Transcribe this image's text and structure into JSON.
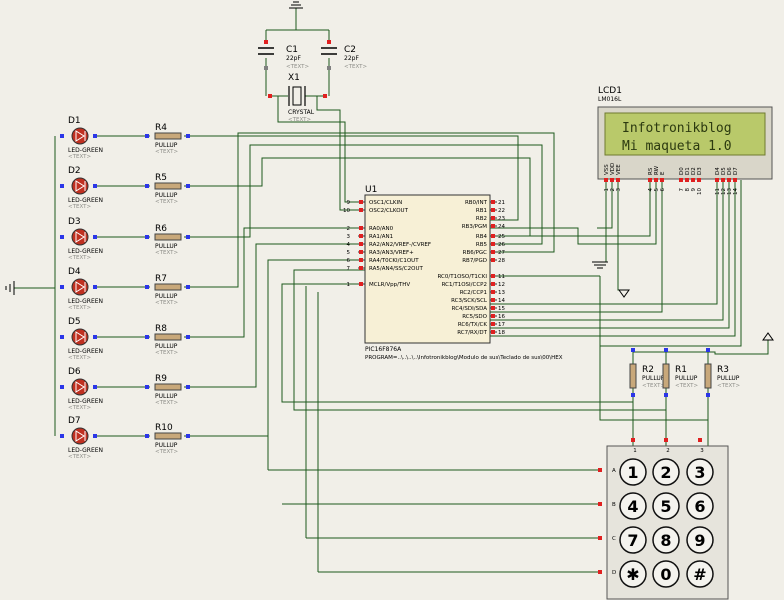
{
  "leds": [
    {
      "ref": "D1",
      "type": "LED-GREEN",
      "text": "<TEXT>"
    },
    {
      "ref": "D2",
      "type": "LED-GREEN",
      "text": "<TEXT>"
    },
    {
      "ref": "D3",
      "type": "LED-GREEN",
      "text": "<TEXT>"
    },
    {
      "ref": "D4",
      "type": "LED-GREEN",
      "text": "<TEXT>"
    },
    {
      "ref": "D5",
      "type": "LED-GREEN",
      "text": "<TEXT>"
    },
    {
      "ref": "D6",
      "type": "LED-GREEN",
      "text": "<TEXT>"
    },
    {
      "ref": "D7",
      "type": "LED-GREEN",
      "text": "<TEXT>"
    }
  ],
  "resistors": [
    {
      "ref": "R4",
      "type": "PULLUP",
      "text": "<TEXT>"
    },
    {
      "ref": "R5",
      "type": "PULLUP",
      "text": "<TEXT>"
    },
    {
      "ref": "R6",
      "type": "PULLUP",
      "text": "<TEXT>"
    },
    {
      "ref": "R7",
      "type": "PULLUP",
      "text": "<TEXT>"
    },
    {
      "ref": "R8",
      "type": "PULLUP",
      "text": "<TEXT>"
    },
    {
      "ref": "R9",
      "type": "PULLUP",
      "text": "<TEXT>"
    },
    {
      "ref": "R10",
      "type": "PULLUP",
      "text": "<TEXT>"
    }
  ],
  "caps": [
    {
      "ref": "C1",
      "value": "22pF",
      "text": "<TEXT>"
    },
    {
      "ref": "C2",
      "value": "22pF",
      "text": "<TEXT>"
    }
  ],
  "crystal": {
    "ref": "X1",
    "type": "CRYSTAL",
    "text": "<TEXT>"
  },
  "mcu": {
    "ref": "U1",
    "part": "PIC16F876A",
    "program": "PROGRAM=..\\..\\..\\..\\Infotronikblog\\Modulo de sus\\Teclado de sus\\00\\HEX",
    "left_pins": [
      {
        "num": "9",
        "name": "OSC1/CLKIN"
      },
      {
        "num": "10",
        "name": "OSC2/CLKOUT"
      },
      {
        "num": "2",
        "name": "RA0/AN0"
      },
      {
        "num": "3",
        "name": "RA1/AN1"
      },
      {
        "num": "4",
        "name": "RA2/AN2/VREF-/CVREF"
      },
      {
        "num": "5",
        "name": "RA3/AN3/VREF+"
      },
      {
        "num": "6",
        "name": "RA4/T0CKI/C1OUT"
      },
      {
        "num": "7",
        "name": "RA5/AN4/SS/C2OUT"
      },
      {
        "num": "1",
        "name": "MCLR/Vpp/THV"
      }
    ],
    "right_pins": [
      {
        "num": "21",
        "name": "RB0/INT"
      },
      {
        "num": "22",
        "name": "RB1"
      },
      {
        "num": "23",
        "name": "RB2"
      },
      {
        "num": "24",
        "name": "RB3/PGM"
      },
      {
        "num": "25",
        "name": "RB4"
      },
      {
        "num": "26",
        "name": "RB5"
      },
      {
        "num": "27",
        "name": "RB6/PGC"
      },
      {
        "num": "28",
        "name": "RB7/PGD"
      },
      {
        "num": "11",
        "name": "RC0/T1OSO/T1CKI"
      },
      {
        "num": "12",
        "name": "RC1/T1OSI/CCP2"
      },
      {
        "num": "13",
        "name": "RC2/CCP1"
      },
      {
        "num": "14",
        "name": "RC3/SCK/SCL"
      },
      {
        "num": "15",
        "name": "RC4/SDI/SDA"
      },
      {
        "num": "16",
        "name": "RC5/SDO"
      },
      {
        "num": "17",
        "name": "RC6/TX/CK"
      },
      {
        "num": "18",
        "name": "RC7/RX/DT"
      }
    ]
  },
  "lcd": {
    "ref": "LCD1",
    "part": "LM016L",
    "line1": "Infotronikblog",
    "line2": "Mi maqueta 1.0",
    "pins": [
      "VSS",
      "VDD",
      "VEE",
      "RS",
      "RW",
      "E",
      "D0",
      "D1",
      "D2",
      "D3",
      "D4",
      "D5",
      "D6",
      "D7"
    ],
    "pin_nums": [
      "1",
      "2",
      "3",
      "4",
      "5",
      "6",
      "7",
      "8",
      "9",
      "10",
      "11",
      "12",
      "13",
      "14"
    ]
  },
  "pullups": [
    {
      "ref": "R2",
      "type": "PULLUP",
      "text": "<TEXT>"
    },
    {
      "ref": "R1",
      "type": "PULLUP",
      "text": "<TEXT>"
    },
    {
      "ref": "R3",
      "type": "PULLUP",
      "text": "<TEXT>"
    }
  ],
  "keypad": {
    "rows": [
      "A",
      "B",
      "C",
      "D"
    ],
    "cols": [
      "1",
      "2",
      "3"
    ],
    "keys": [
      [
        "1",
        "2",
        "3"
      ],
      [
        "4",
        "5",
        "6"
      ],
      [
        "7",
        "8",
        "9"
      ],
      [
        "✱",
        "0",
        "#"
      ]
    ]
  },
  "colors": {
    "wire": "#1d5a1d",
    "pin_blue": "#2b36e8",
    "pin_red": "#e02020",
    "lcd_bg": "#b9c96a",
    "ic_fill": "#f7f0d6"
  }
}
